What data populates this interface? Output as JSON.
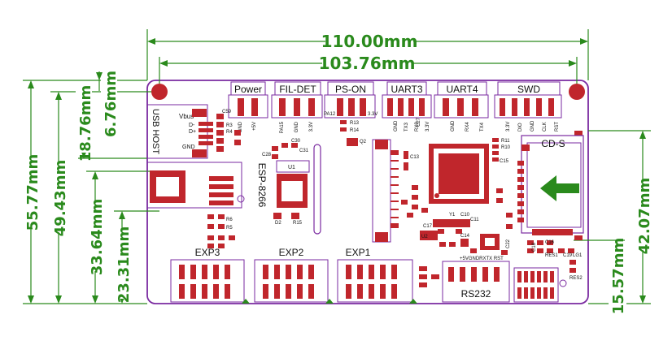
{
  "dimensions": {
    "overall_width": "110.00mm",
    "hole_spacing_width": "103.76mm",
    "overall_height": "55.77mm",
    "height_49": "49.43mm",
    "height_33": "33.64mm",
    "height_23": "23.31mm",
    "height_18": "18.76mm",
    "height_6": "6.76mm",
    "height_42": "42.07mm",
    "height_15": "15.57mm"
  },
  "top_connectors": {
    "power": "Power",
    "fil_det": "FIL-DET",
    "ps_on": "PS-ON",
    "uart3": "UART3",
    "uart4": "UART4",
    "swd": "SWD"
  },
  "pin_labels": {
    "power": [
      "GND",
      "+5V"
    ],
    "fil_det": [
      "PA15",
      "GND",
      "3.3V"
    ],
    "ps_on": [
      "PA12",
      "GND",
      "3.3V"
    ],
    "uart3": [
      "GND",
      "TX3",
      "RX3",
      "3.3V"
    ],
    "uart4": [
      "GND",
      "RX4",
      "TX4"
    ],
    "swd": [
      "3.3V",
      "DIO",
      "GND",
      "CLK",
      "RST"
    ]
  },
  "modules": {
    "usb_host": "USB HOST",
    "vbus": "Vbus",
    "dm": "D-",
    "dp": "D+",
    "gnd": "GND",
    "esp": "ESP-8266",
    "cd_s": "CD-S",
    "rs232": "RS232",
    "rs232_pins": "+5VGNDRXTX RST",
    "exp1": "EXP1",
    "exp2": "EXP2",
    "exp3": "EXP3",
    "u1": "U1",
    "u2": "U2",
    "y1": "Y1"
  },
  "components": {
    "c59": "C59",
    "r3": "R3",
    "r4": "R4",
    "c30": "C30",
    "c31": "C31",
    "c28": "C28",
    "r13": "R13",
    "r14": "R14",
    "q2": "Q2",
    "c27": "C27",
    "c13": "C13",
    "d2": "D2",
    "r15": "R15",
    "c17": "C17",
    "c10": "C10",
    "c11": "C11",
    "c15": "C15",
    "r10": "R10",
    "r11": "R11",
    "c16": "C16",
    "c18": "C18",
    "res1": "RES1",
    "res2": "RES2",
    "lg1": "LG1",
    "c22": "C22",
    "c19": "C19",
    "c14": "C14",
    "r5": "R5",
    "r6": "R6"
  }
}
